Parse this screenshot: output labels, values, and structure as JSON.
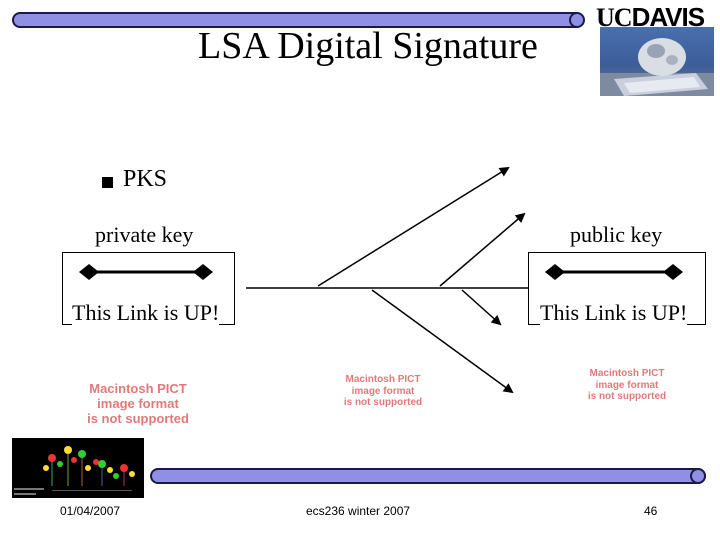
{
  "slide": {
    "title": "LSA Digital Signature",
    "logo": {
      "uc": "UC",
      "davis": "DAVIS"
    },
    "bullet": "PKS",
    "left_key": {
      "label": "private key",
      "link_text": "This Link is UP!"
    },
    "right_key": {
      "label": "public key",
      "link_text": "This Link is UP!"
    },
    "pict_placeholders": [
      {
        "line1": "Macintosh PICT",
        "line2": "image format",
        "line3": "is not supported"
      },
      {
        "line1": "Macintosh PICT",
        "line2": "image format",
        "line3": "is not supported"
      },
      {
        "line1": "Macintosh PICT",
        "line2": "image format",
        "line3": "is not supported"
      }
    ],
    "footer": {
      "date": "01/04/2007",
      "course": "ecs236 winter 2007",
      "page": "46"
    }
  },
  "colors": {
    "bar_fill": "#8f90e4",
    "bar_border": "#1a1a4a",
    "pict_text": "#e07a7a"
  }
}
